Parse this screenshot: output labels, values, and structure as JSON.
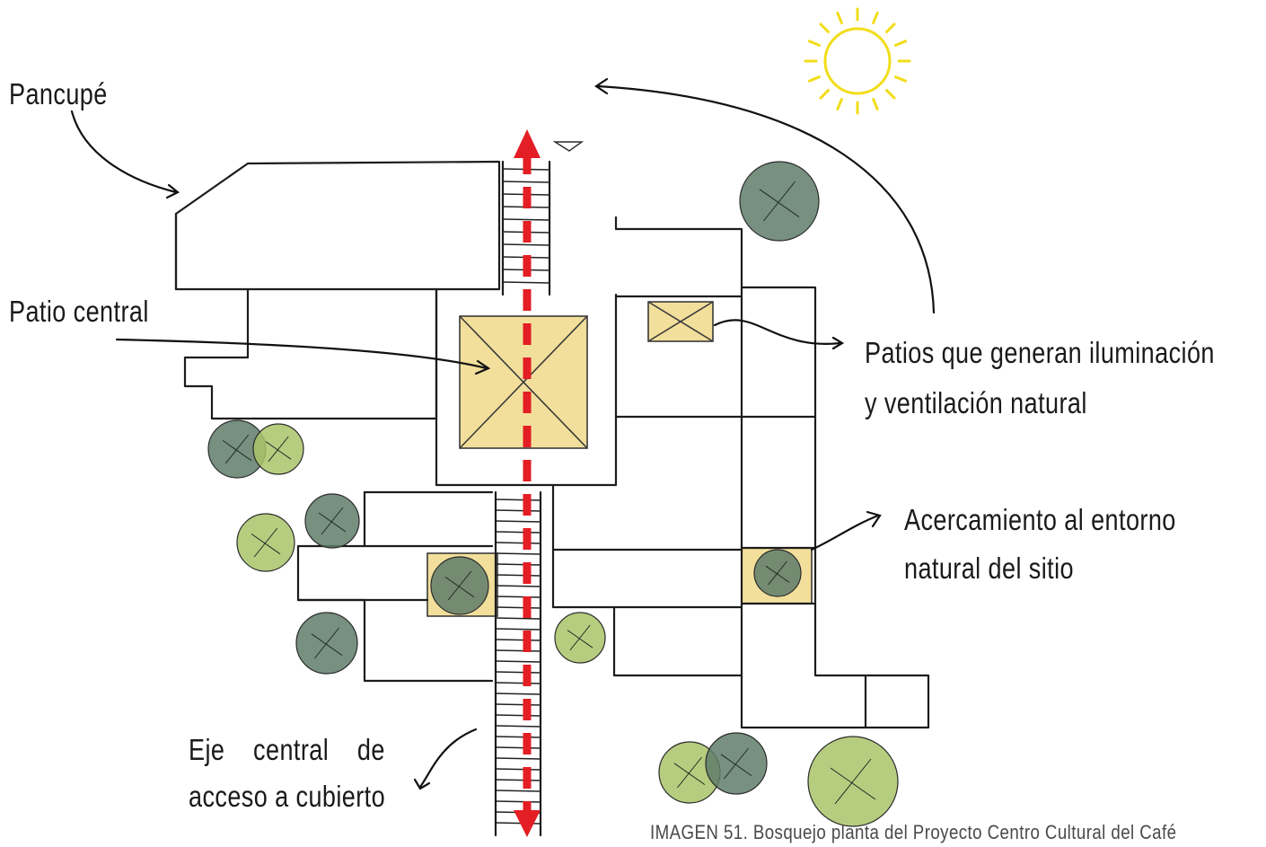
{
  "annotations": {
    "pancupe": "Pancupé",
    "patio_central": "Patio central",
    "patios_line1": "Patios que generan iluminación",
    "patios_line2": "y ventilación natural",
    "acercamiento_line1": "Acercamiento al entorno",
    "acercamiento_line2": "natural del sitio",
    "eje_line1": "Eje    central    de",
    "eje_line2": "acceso a cubierto"
  },
  "caption": "IMAGEN 51. Bosquejo planta del Proyecto Centro Cultural del Café",
  "colors": {
    "axis": "#e31e24",
    "patio": "#f0d98a",
    "sun": "#f2dd1a",
    "tree_dark": "#5f7d6a",
    "tree_light": "#a9c46a"
  }
}
